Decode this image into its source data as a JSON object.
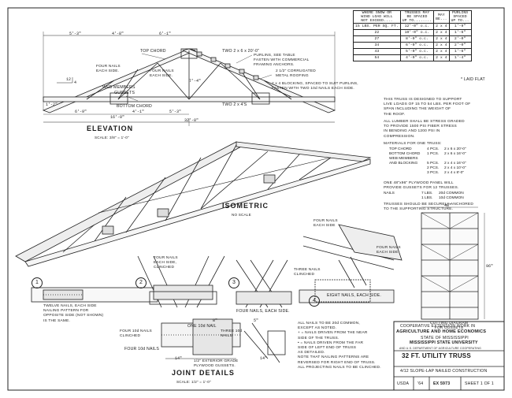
{
  "elevation": {
    "title": "ELEVATION",
    "scale": "SCALE: 3/8\" = 1'-0\"",
    "labels": {
      "top_chord": "TOP CHORD",
      "two_2x6": "TWO 2 x 6 x 20'-0\"",
      "purlins": "PURLINS, SEE TABLE\nFASTEN WITH COMMERCIAL\nFRAMING ANCHORS.",
      "roofing": "2 1/2\" CORRUGATED\nMETAL ROOFING",
      "four_nails_1": "FOUR NAILS\nEACH SIDE.",
      "four_nails_2": "FOUR NAILS\nEACH SIDE.",
      "web_members": "WEB MEMBERS",
      "gussets": "GUSSETS",
      "bottom_chord": "BOTTOM CHORD",
      "two_2x4": "TWO 2 x 4'S",
      "blocking": "2 x 4 BLOCKING, SPACED TO SUIT PURLINS,\nFASTEN WITH TWO 10d NAILS EACH SIDE."
    },
    "dims": [
      "5'-3\"",
      "4'-8\"",
      "6'-1\"",
      "12",
      "4",
      "6'-9\"",
      "4'-1\"",
      "5'-3\"",
      "16'-0\"",
      "32'-0\"",
      "1'-2\"",
      "7'-4\""
    ]
  },
  "isometric": {
    "title": "ISOMETRIC",
    "scale": "NO SCALE"
  },
  "table": {
    "headers": [
      "WHERE SNOW OR\nWIND LOAD WILL\nNOT EXCEED....",
      "TRUSSES MAY\nBE SPACED\nUP TO........",
      "MAY\nBE...",
      "PURLINS\nSPACED\nUP TO..."
    ],
    "rows": [
      [
        "15 LBS. PER SQ. FT.",
        "12'-0\" o.c.",
        "2 x 4",
        "1'-9\""
      ],
      [
        "22",
        "10'-0\" o.c.",
        "2 x 4",
        "1'-6\""
      ],
      [
        "27",
        "8'-0\" o.c.",
        "2 x 4",
        "2'-0\""
      ],
      [
        "34",
        "6'-0\" o.c.",
        "2 x 4",
        "2'-0\""
      ],
      [
        "43",
        "5'-0\" o.c.",
        "2 x 4",
        "1'-6\""
      ],
      [
        "54",
        "4'-0\" o.c.",
        "2 x 4",
        "1'-4\""
      ]
    ],
    "footnote": "* LAID FLAT"
  },
  "notes": {
    "design": "THIS TRUSS IS DESIGNED TO SUPPORT\nLIVE LOADS OF 15 TO 54 LBS. PER FOOT OF\nSPAN INCLUDING THE WEIGHT OF\nTHE ROOF.",
    "lumber": "ALL LUMBER SHALL BE STRESS GRADED\nTO PROVIDE 1500 PSI FIBER STRESS\nIN BENDING AND 1200 PSI IN\nCOMPRESSION.",
    "materials_title": "MATERIALS FOR ONE TRUSS:",
    "materials": [
      [
        "TOP CHORD",
        "4 PCS.",
        "2 x 6 x 20'-0\""
      ],
      [
        "BOTTOM CHORD",
        "1 PCS.",
        "2 x 6 x 16'-0\""
      ],
      [
        "WEB MEMBERS",
        "",
        ""
      ],
      [
        "AND BLOCKING",
        "5 PCS.",
        "2 x 4 x 16'-0\""
      ],
      [
        "",
        "2 PCS.",
        "2 x 4 x 10'-0\""
      ],
      [
        "",
        "3 PCS.",
        "2 x 4 x 8'-0\""
      ]
    ],
    "plywood": "ONE 48\"x96\" PLYWOOD PANEL WILL\nPROVIDE GUSSETS FOR 12 TRUSSES.",
    "nails": [
      [
        "NAILS",
        "7 LBS.",
        "20d COMMON"
      ],
      [
        "",
        "1 LBS.",
        "10d COMMON"
      ]
    ],
    "anchor": "TRUSSES SHOULD BE SECURELY ANCHORED\nTO THE SUPPORTING STRUCTURE."
  },
  "joints": {
    "title": "JOINT DETAILS",
    "scale": "SCALE: 1/2\" = 1'-0\"",
    "numbers": [
      "1",
      "2",
      "3",
      "4"
    ],
    "j1_note": "TWELVE NAILS, EACH SIDE\nNAILING PATTERN FOR\nOPPOSITE SIDE (NOT SHOWN)\nIS THE SAME.",
    "j2_note": "FOUR NAILS\nEACH SIDE,\nCLINCHED",
    "j3_note": "FOUR NAILS, EACH SIDE.",
    "j4_note": "EIGHT NAILS, EACH SIDE.",
    "three_nails": "THREE NAILS\nCLINCHED",
    "four_nails_top": "FOUR NAILS\nEACH SIDE",
    "four_nails_right": "FOUR NAILS\nEACH SIDE",
    "detail": {
      "one10d": "ONE 10d NAIL",
      "four10d_clinched": "FOUR 10d NAILS\nCLINCHED",
      "four10d": "FOUR 10d NAILS",
      "three10d": "THREE 10d\nNAILS",
      "plywood": "1/2\" EXTERIOR GRADE\nPLYWOOD GUSSETS.",
      "dims": [
        "14\"",
        "8\"",
        "5\"",
        "14\""
      ]
    },
    "general": "ALL NAILS TO BE 20d COMMON,\nEXCEPT AS NOTED.\n+ = NAILS DRIVEN FROM THE NEAR\nSIDE OF THE TRUSS.\n• = NAILS DRIVEN FROM THE FAR\nSIDE OF LEFT END OF TRUSS\nAS DETAILED.\nNOTE THAT NAILING PATTERNS ARE\nREVERSED FOR RIGHT END OF TRUSS.\nALL PROJECTING NAILS TO BE CLINCHED."
  },
  "cutting": {
    "title": "CUTTING DIAGRAM\nFOR GUSSETS",
    "dim_w": "48\"",
    "dim_h": "96\""
  },
  "title_block": {
    "coop": "COOPERATIVE EXTENSION WORK IN",
    "agri": "AGRICULTURE AND HOME ECONOMICS",
    "state": "STATE OF MISSISSIPPI",
    "univ": "MISSISSIPPI STATE UNIVERSITY",
    "small": "AND U.S. DEPARTMENT OF AGRICULTURE COOPERATING",
    "project": "32 FT. UTILITY TRUSS",
    "subtitle": "4/12 SLOPE-LAP NAILED CONSTRUCTION",
    "agency": "USDA",
    "year": "'64",
    "ex": "EX 5973",
    "sheet": "SHEET 1 OF 1"
  }
}
